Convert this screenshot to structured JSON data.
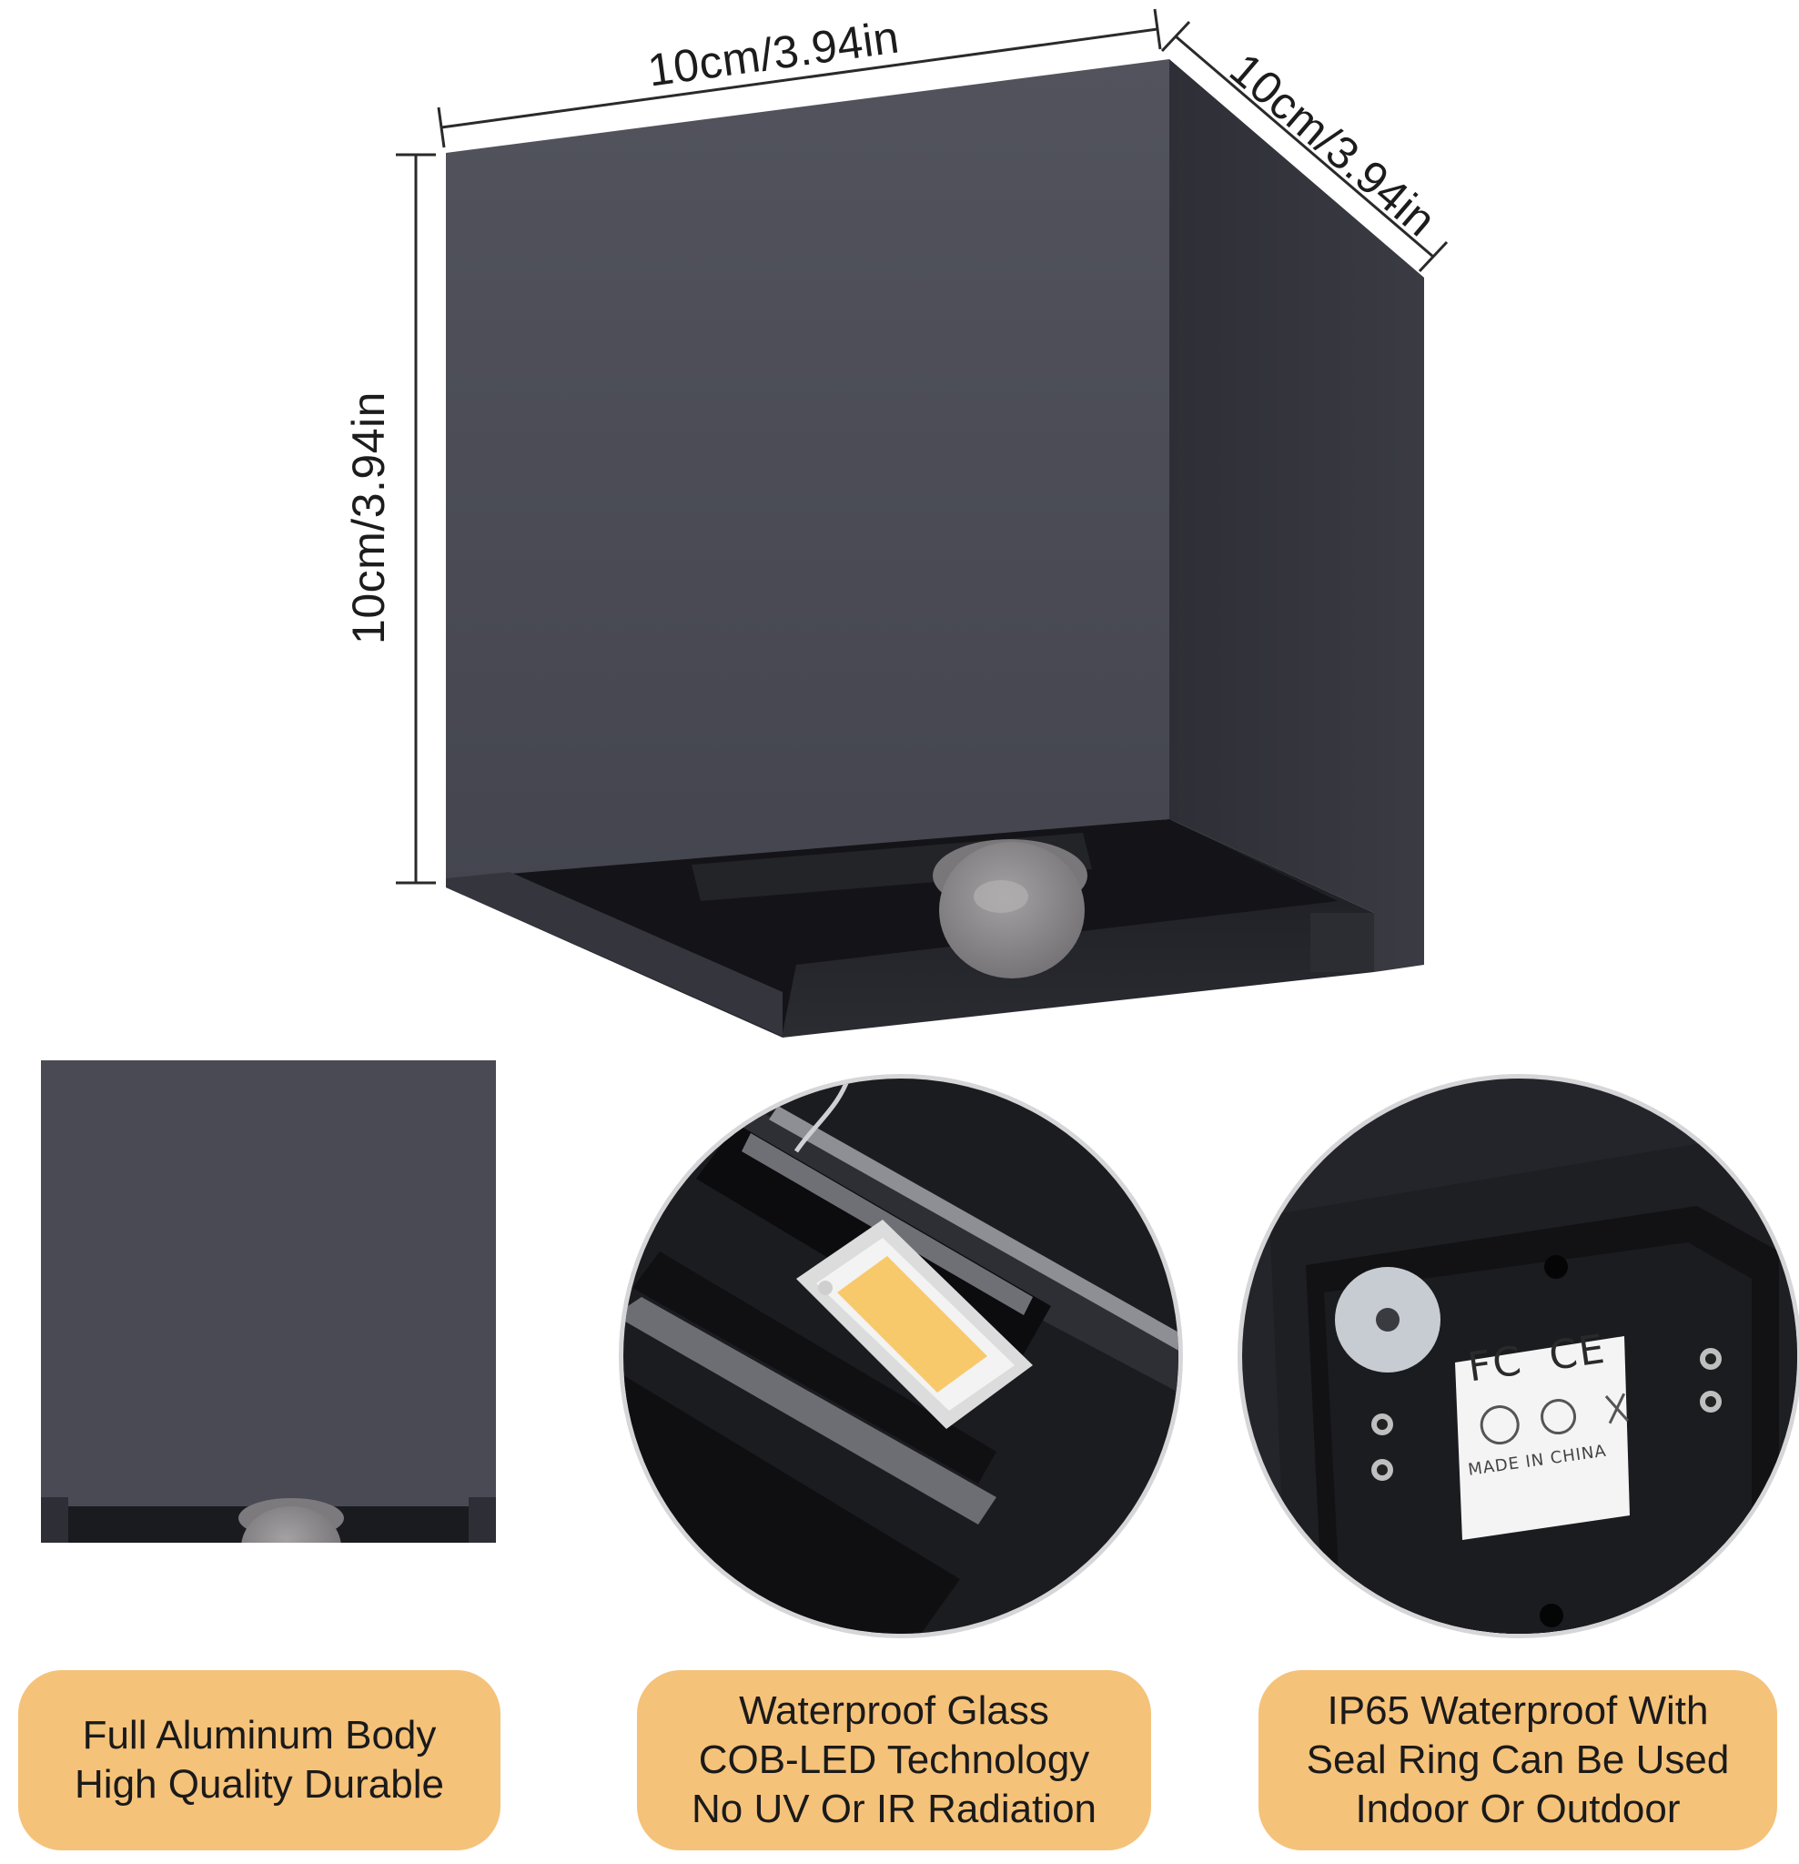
{
  "dimensions": {
    "width_label": "10cm/3.94in",
    "depth_label": "10cm/3.94in",
    "height_label": "10cm/3.94in"
  },
  "label_sticker": {
    "marks": [
      "FC",
      "CE"
    ],
    "footer": "MADE IN CHINA"
  },
  "features": [
    {
      "lines": [
        "Full Aluminum Body",
        "High Quality Durable"
      ]
    },
    {
      "lines": [
        "Waterproof Glass",
        "COB-LED Technology",
        "No UV Or IR Radiation"
      ]
    },
    {
      "lines": [
        "IP65 Waterproof With",
        "Seal Ring Can Be Used",
        "Indoor Or Outdoor"
      ]
    }
  ],
  "colors": {
    "body": "#4a4b55",
    "body_dark": "#2a2b31",
    "accent_pill": "#f5c27a",
    "led": "#f7c96b"
  }
}
